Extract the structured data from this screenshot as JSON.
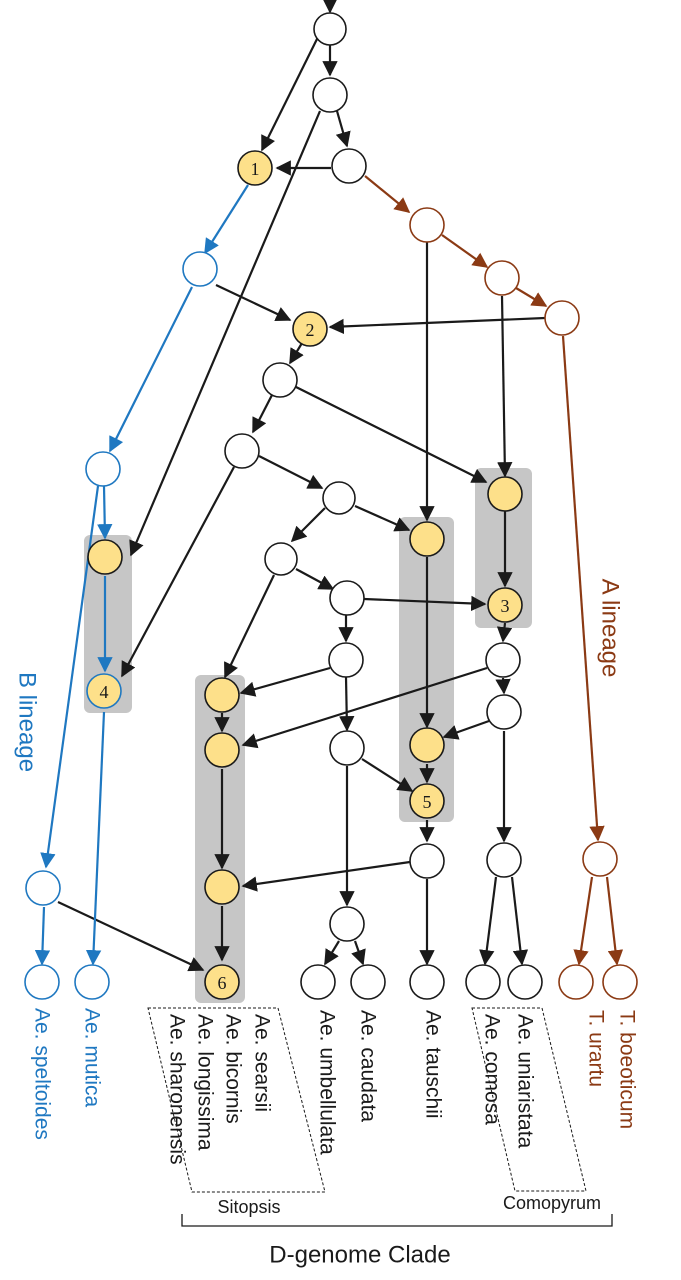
{
  "colors": {
    "black": "#1a1a1a",
    "blue": "#1f78c1",
    "brown": "#8b3a14",
    "yellow": "#fde08a",
    "gray": "#c6c6c6"
  },
  "nodes": {
    "n1": "1",
    "n2": "2",
    "n3": "3",
    "n4": "4",
    "n5": "5",
    "n6": "6"
  },
  "lineages": {
    "b": "B lineage",
    "a": "A lineage"
  },
  "species": {
    "speltoides": "Ae. speltoides",
    "mutica": "Ae. mutica",
    "searsii": "Ae. searsii",
    "bicornis": "Ae. bicornis",
    "longissima": "Ae. longissima",
    "sharonensis": "Ae. sharonensis",
    "umbellulata": "Ae. umbellulata",
    "caudata": "Ae. caudata",
    "tauschii": "Ae. tauschii",
    "uniaristata": "Ae. uniaristata",
    "comosa": "Ae. comosa",
    "uartu": "T. urartu",
    "boeoticum": "T. boeoticum"
  },
  "groups": {
    "sitopsis": "Sitopsis",
    "comopyrum": "Comopyrum",
    "dgenome": "D-genome Clade"
  }
}
